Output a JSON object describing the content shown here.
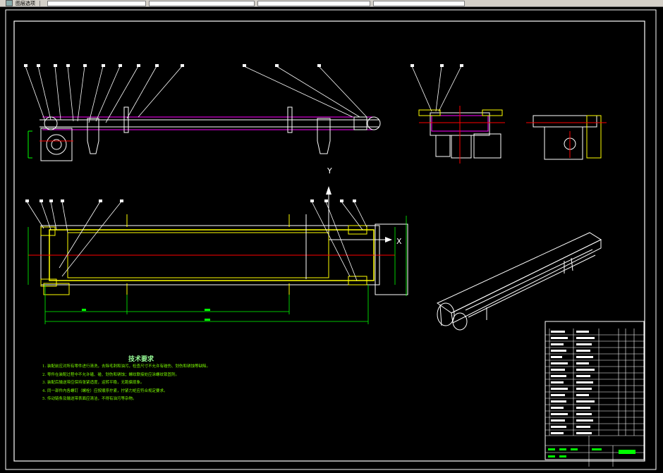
{
  "toolbar": {
    "file_label": "图层选项",
    "layer_combo": "",
    "linetype_combo": "",
    "lineweight_combo": "",
    "style_combo": ""
  },
  "drawing": {
    "axis_y_label": "Y",
    "axis_x_label": "X",
    "tech_title": "技术要求",
    "tech_lines": [
      "1. 装配前应对所有零件进行清洗，去除毛刺和油污，检查尺寸不允许有碰伤、划伤和锈蚀等缺陷。",
      "2. 零件在装配过程中不允许磕、碰、划伤和锈蚀；螺纹联接处应涂螺纹锁固剂。",
      "3. 装配后输送带应保持张紧适度，运转平稳，无跑偏现象。",
      "4. 同一部件内各螺钉（螺栓）应按顺序拧紧，拧紧力矩应符合规定要求。",
      "5. 传动链条及输送带表面应清洁，不得有油污等杂物。"
    ]
  },
  "colors": {
    "background": "#000000",
    "frame": "#ffffff",
    "part_white": "#ffffff",
    "highlight_yellow": "#ffff00",
    "dimension_green": "#00ff00",
    "centerline_red": "#ff0000",
    "hidden_magenta": "#ff00ff"
  }
}
